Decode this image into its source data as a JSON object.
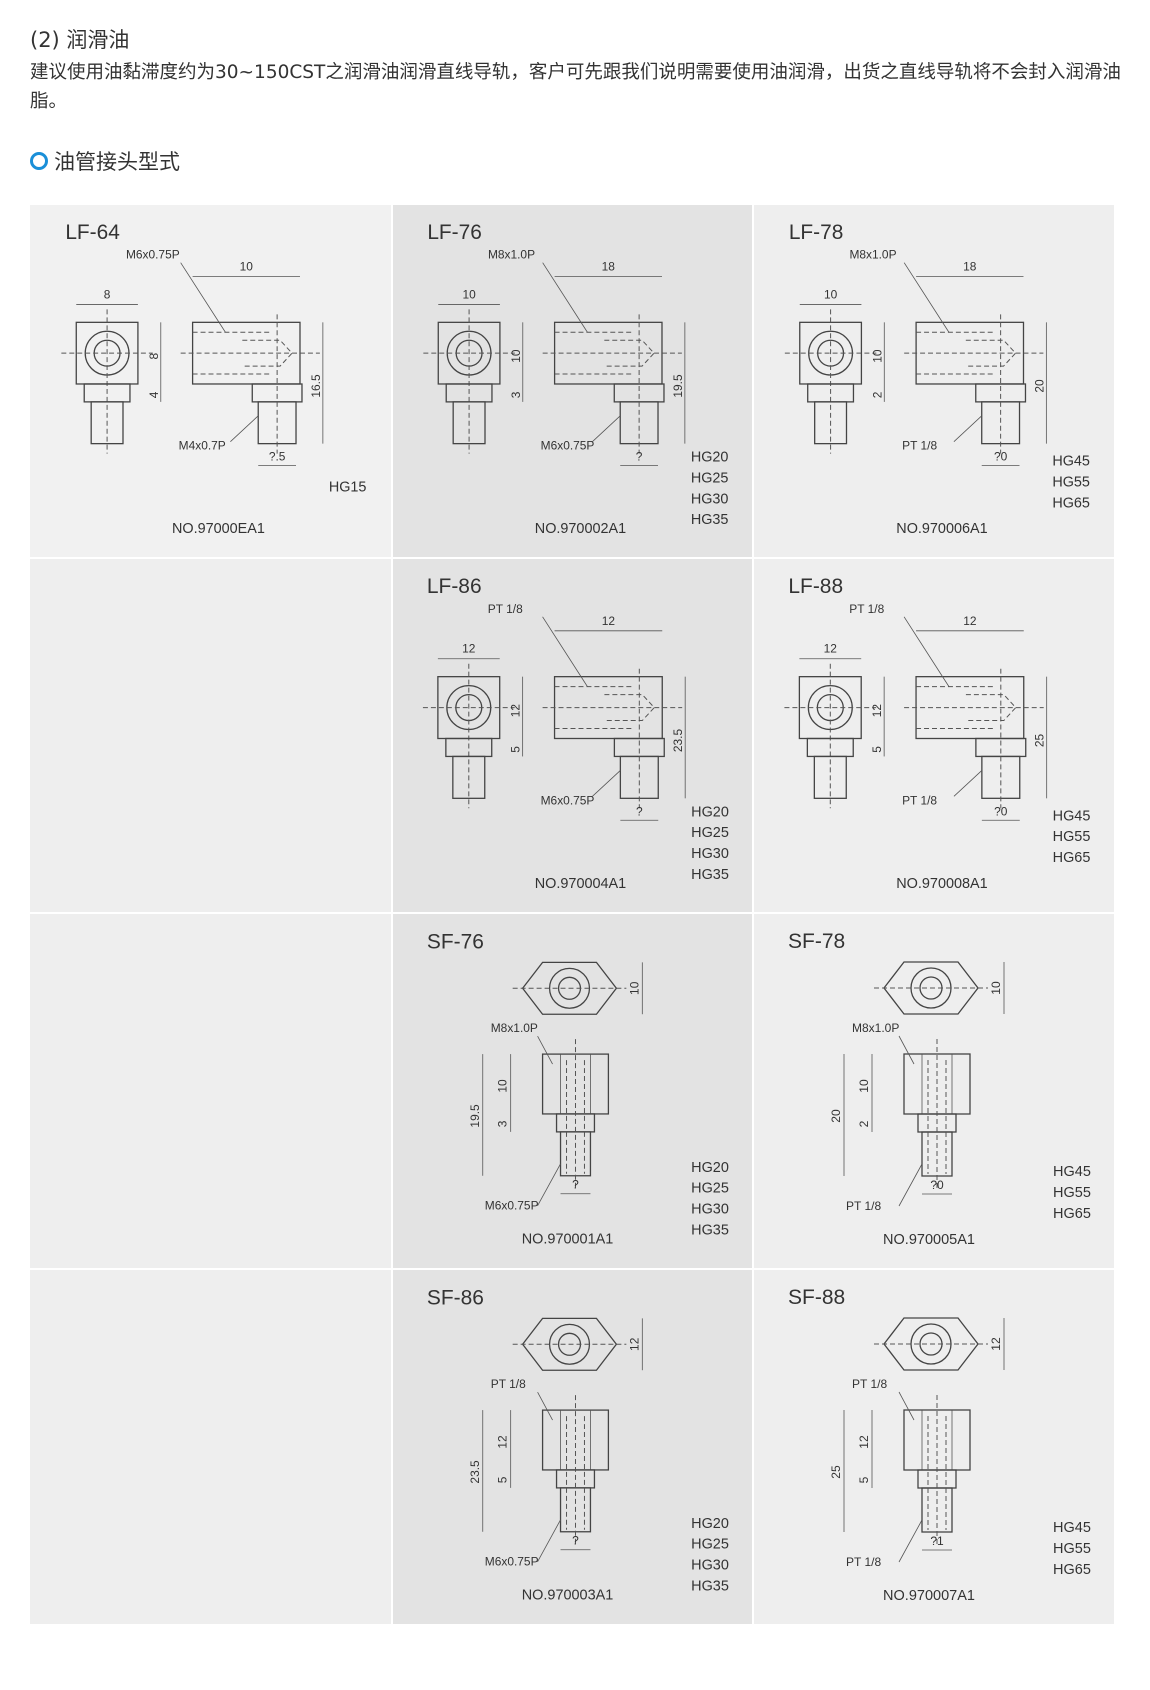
{
  "header": {
    "title": "(2) 润滑油",
    "paragraph": "建议使用油黏滞度约为30~150CST之润滑油润滑直线导轨，客户可先跟我们说明需要使用油润滑，出货之直线导轨将不会封入润滑油脂。",
    "section": "油管接头型式"
  },
  "colors": {
    "accent": "#1a8fd8"
  },
  "cells": [
    {
      "type": "elbow",
      "title": "LF-64",
      "thread_top": "M6x0.75P",
      "front_w": "8",
      "side_w": "10",
      "v1": "8",
      "v2": "4",
      "total": "16.5",
      "bottom": "?.5",
      "thread_bottom": "M4x0.7P",
      "hg": [
        "HG15"
      ],
      "part_no": "NO.97000EA1"
    },
    {
      "type": "elbow",
      "title": "LF-76",
      "thread_top": "M8x1.0P",
      "front_w": "10",
      "side_w": "18",
      "v1": "10",
      "v2": "3",
      "total": "19.5",
      "bottom": "?",
      "thread_bottom": "M6x0.75P",
      "hg": [
        "HG20",
        "HG25",
        "HG30",
        "HG35"
      ],
      "part_no": "NO.970002A1"
    },
    {
      "type": "elbow",
      "title": "LF-78",
      "thread_top": "M8x1.0P",
      "front_w": "10",
      "side_w": "18",
      "v1": "10",
      "v2": "2",
      "total": "20",
      "bottom": "?0",
      "thread_bottom": "PT 1/8",
      "hg": [
        "HG45",
        "HG55",
        "HG65"
      ],
      "part_no": "NO.970006A1"
    },
    {
      "type": "empty"
    },
    {
      "type": "elbow",
      "title": "LF-86",
      "thread_top": "PT 1/8",
      "front_w": "12",
      "side_w": "12",
      "v1": "12",
      "v2": "5",
      "total": "23.5",
      "bottom": "?",
      "thread_bottom": "M6x0.75P",
      "hg": [
        "HG20",
        "HG25",
        "HG30",
        "HG35"
      ],
      "part_no": "NO.970004A1"
    },
    {
      "type": "elbow",
      "title": "LF-88",
      "thread_top": "PT 1/8",
      "front_w": "12",
      "side_w": "12",
      "v1": "12",
      "v2": "5",
      "total": "25",
      "bottom": "?0",
      "thread_bottom": "PT 1/8",
      "hg": [
        "HG45",
        "HG55",
        "HG65"
      ],
      "part_no": "NO.970008A1"
    },
    {
      "type": "empty"
    },
    {
      "type": "straight",
      "title": "SF-76",
      "hex": "10",
      "thread_top": "M8x1.0P",
      "v1": "10",
      "v2": "3",
      "total": "19.5",
      "bottom": "?",
      "thread_bottom": "M6x0.75P",
      "hg": [
        "HG20",
        "HG25",
        "HG30",
        "HG35"
      ],
      "part_no": "NO.970001A1"
    },
    {
      "type": "straight",
      "title": "SF-78",
      "hex": "10",
      "thread_top": "M8x1.0P",
      "v1": "10",
      "v2": "2",
      "total": "20",
      "bottom": "?0",
      "thread_bottom": "PT 1/8",
      "hg": [
        "HG45",
        "HG55",
        "HG65"
      ],
      "part_no": "NO.970005A1"
    },
    {
      "type": "empty"
    },
    {
      "type": "straight",
      "title": "SF-86",
      "hex": "12",
      "thread_top": "PT 1/8",
      "v1": "12",
      "v2": "5",
      "total": "23.5",
      "bottom": "?",
      "thread_bottom": "M6x0.75P",
      "hg": [
        "HG20",
        "HG25",
        "HG30",
        "HG35"
      ],
      "part_no": "NO.970003A1"
    },
    {
      "type": "straight",
      "title": "SF-88",
      "hex": "12",
      "thread_top": "PT 1/8",
      "v1": "12",
      "v2": "5",
      "total": "25",
      "bottom": "?1",
      "thread_bottom": "PT 1/8",
      "hg": [
        "HG45",
        "HG55",
        "HG65"
      ],
      "part_no": "NO.970007A1"
    }
  ]
}
